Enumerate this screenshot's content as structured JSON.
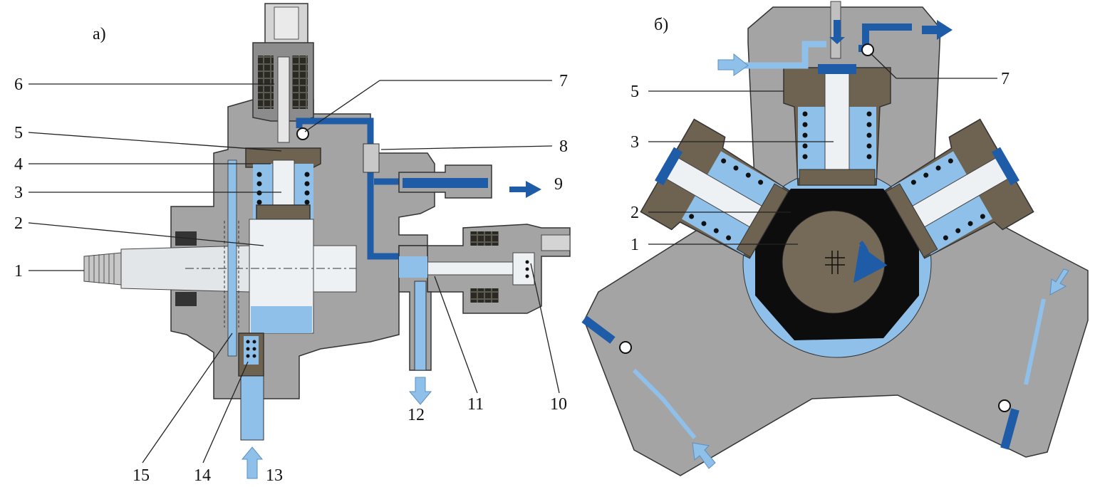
{
  "panels": {
    "a": {
      "title": "а)",
      "labels": [
        "1",
        "2",
        "3",
        "4",
        "5",
        "6",
        "7",
        "8",
        "9",
        "10",
        "11",
        "12",
        "13",
        "14",
        "15"
      ]
    },
    "b": {
      "title": "б)",
      "labels": [
        "5",
        "3",
        "2",
        "1",
        "7"
      ]
    }
  },
  "colors": {
    "housing": "#a4a4a4",
    "dark_part": "#6e6350",
    "light_blue": "#8fc0ea",
    "dark_blue": "#1f5ca8",
    "cam": "#0d0d0d",
    "shaft": "#756a57",
    "white_part": "#eef1f3",
    "spring": "#111111"
  },
  "icons": [
    "flow-arrow-icon",
    "rotation-arrow-icon",
    "ball-valve-icon"
  ]
}
